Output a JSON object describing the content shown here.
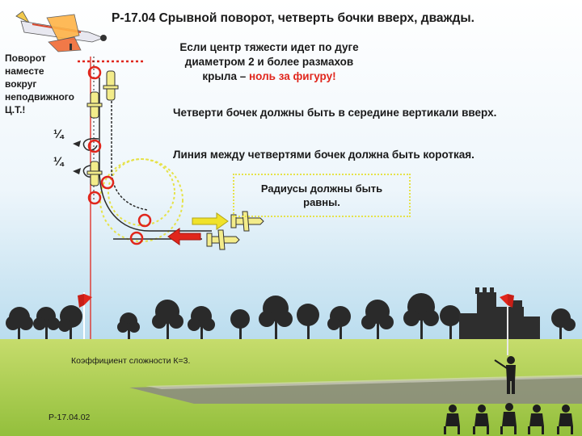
{
  "title": "Р-17.04 Срывной поворот, четверть бочки вверх, дважды.",
  "left_note": [
    "Поворот",
    "наместе",
    "вокруг",
    "неподвижного",
    "Ц.Т.!"
  ],
  "rule1": {
    "line1": "Если центр тяжести идет по дуге",
    "line2": "диаметром 2 и более размахов",
    "line3_normal": "крыла – ",
    "line3_red": "ноль за фигуру!"
  },
  "rule2": "Четверти бочек должны быть в середине вертикали вверх.",
  "rule3": "Линия между четвертями бочек должна быть короткая.",
  "radius_note": {
    "line1": "Радиусы должны быть",
    "line2": "равны."
  },
  "quarter_marks": [
    "¼",
    "¼"
  ],
  "coefficient": "Коэффициент сложности К=3.",
  "figure_code": "Р-17.04.02",
  "colors": {
    "sky": "#b9dcee",
    "grass": "#aacb45",
    "path": "#2b2b2b",
    "wind_line": "#e0261c",
    "marker": "#e0261c",
    "arrow_yellow": "#f0e22a",
    "arrow_red": "#e0261c",
    "dotted_circle": "#e6e24a",
    "tree": "#2a2a2a"
  }
}
